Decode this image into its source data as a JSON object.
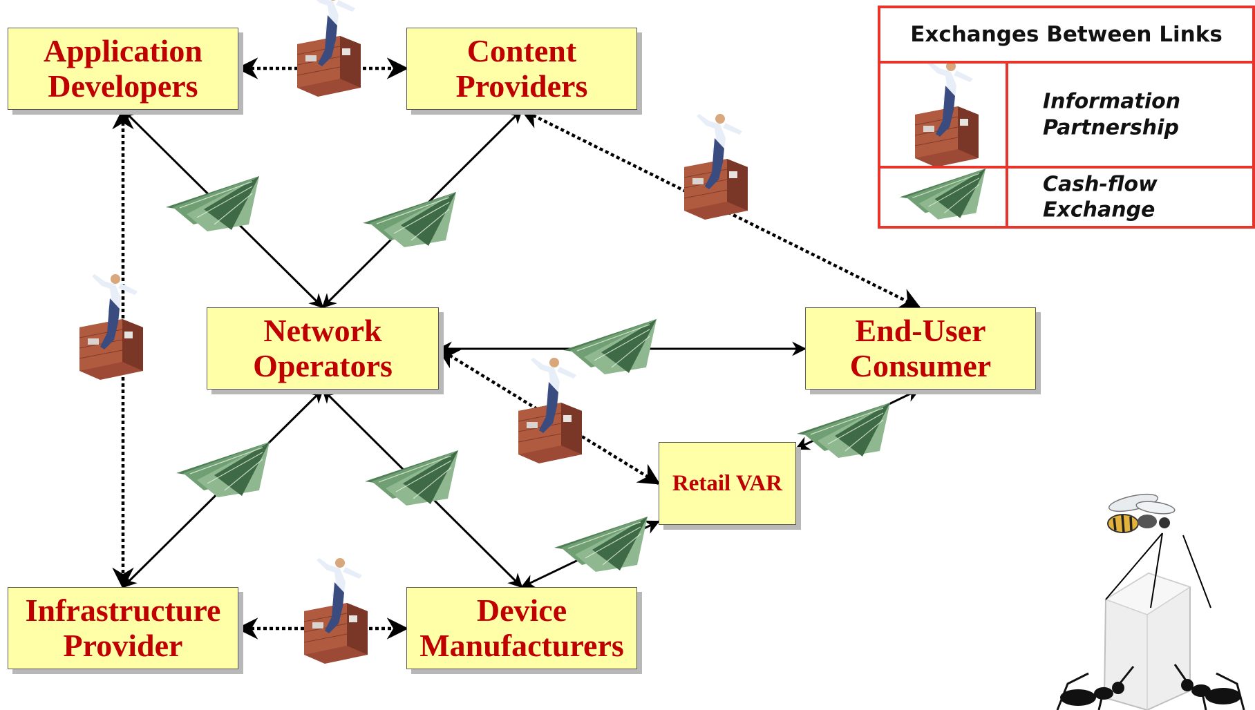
{
  "nodes": {
    "app_dev": {
      "lines": [
        "Application",
        "Developers"
      ]
    },
    "content": {
      "lines": [
        "Content",
        "Providers"
      ]
    },
    "network": {
      "lines": [
        "Network",
        "Operators"
      ]
    },
    "enduser": {
      "lines": [
        "End-User",
        "Consumer"
      ]
    },
    "infra": {
      "lines": [
        "Infrastructure",
        "Provider"
      ]
    },
    "device": {
      "lines": [
        "Device",
        "Manufacturers"
      ]
    },
    "retail": {
      "lines": [
        "Retail VAR"
      ]
    }
  },
  "legend": {
    "title": "Exchanges Between Links",
    "info_lines": [
      "Information",
      "Partnership"
    ],
    "cash_lines": [
      "Cash-flow",
      "Exchange"
    ],
    "info_icon": "man-leaping-brick-wall-icon",
    "cash_icon": "dollar-paper-airplane-icon"
  },
  "links": [
    {
      "from": "app_dev",
      "to": "content",
      "type": "information"
    },
    {
      "from": "app_dev",
      "to": "infra",
      "type": "information"
    },
    {
      "from": "content",
      "to": "enduser",
      "type": "information"
    },
    {
      "from": "network",
      "to": "retail",
      "type": "information"
    },
    {
      "from": "infra",
      "to": "device",
      "type": "information"
    },
    {
      "from": "app_dev",
      "to": "network",
      "type": "cash"
    },
    {
      "from": "content",
      "to": "network",
      "type": "cash"
    },
    {
      "from": "network",
      "to": "enduser",
      "type": "cash"
    },
    {
      "from": "network",
      "to": "infra",
      "type": "cash"
    },
    {
      "from": "network",
      "to": "device",
      "type": "cash"
    },
    {
      "from": "retail",
      "to": "enduser",
      "type": "cash"
    },
    {
      "from": "retail",
      "to": "device",
      "type": "cash"
    }
  ],
  "colors": {
    "node_fill": "#ffffa8",
    "node_text": "#c00000",
    "legend_border": "#e8352b",
    "money": "#5f9163",
    "brick": "#9c4a35"
  },
  "decoration": {
    "icon": "bee-ants-sugar-cube-icon"
  }
}
